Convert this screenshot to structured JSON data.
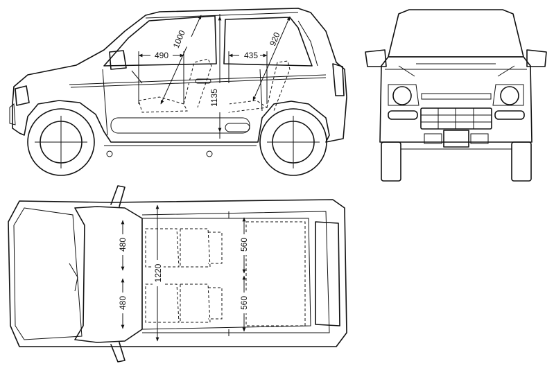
{
  "dimensions": {
    "side_front_legroom": "490",
    "side_front_headroom": "1000",
    "side_rear_legroom": "435",
    "side_rear_headroom": "920",
    "side_interior_height": "1135",
    "top_front_left_width": "480",
    "top_front_right_width": "480",
    "top_interior_width": "1220",
    "top_rear_left_width": "560",
    "top_rear_right_width": "560"
  }
}
